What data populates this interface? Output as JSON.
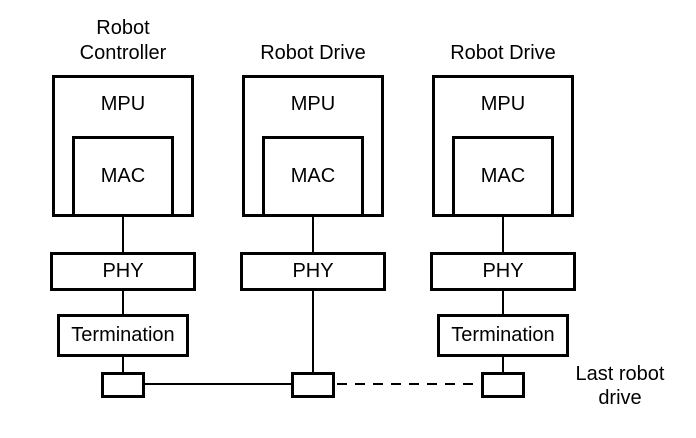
{
  "diagram": {
    "background_color": "#ffffff",
    "line_color": "#000000",
    "columns": [
      {
        "id": "robot-controller",
        "title": "Robot\nController",
        "mpu_label": "MPU",
        "mac_label": "MAC",
        "phy_label": "PHY",
        "termination_label": "Termination",
        "has_termination": true
      },
      {
        "id": "robot-drive-middle",
        "title": "Robot Drive",
        "mpu_label": "MPU",
        "mac_label": "MAC",
        "phy_label": "PHY",
        "has_termination": false
      },
      {
        "id": "robot-drive-last",
        "title": "Robot Drive",
        "mpu_label": "MPU",
        "mac_label": "MAC",
        "phy_label": "PHY",
        "termination_label": "Termination",
        "has_termination": true
      }
    ],
    "annotation": {
      "last_robot_drive": "Last robot\ndrive"
    }
  }
}
